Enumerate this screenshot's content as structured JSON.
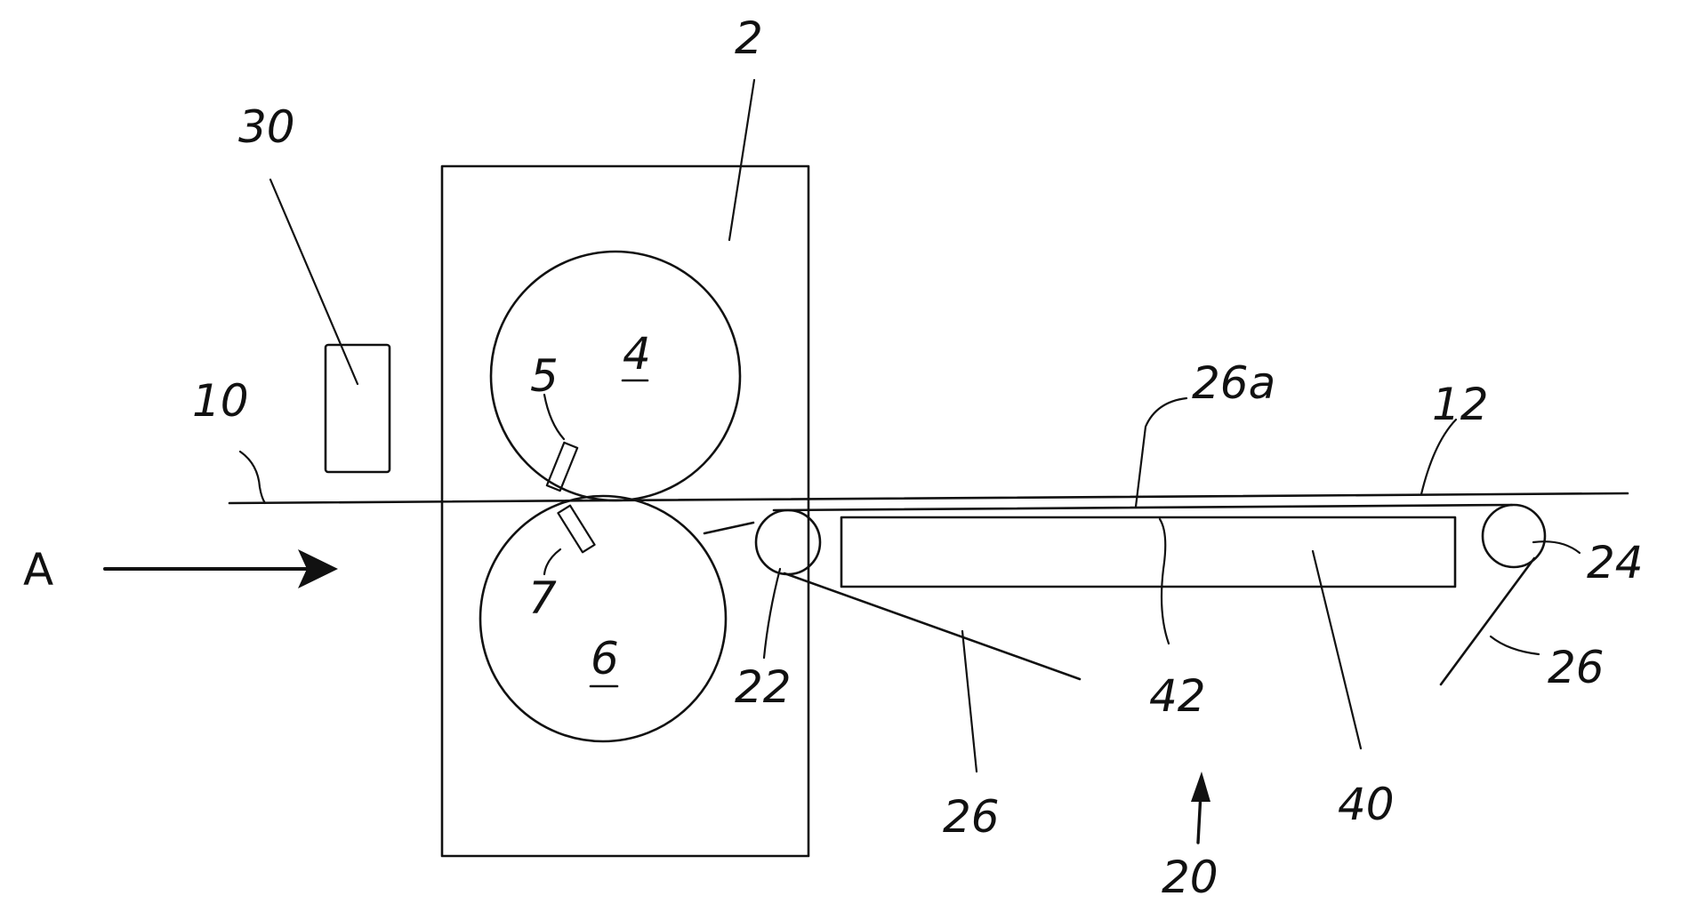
{
  "figure": {
    "labels": {
      "device": "2",
      "upper_roll": "4",
      "upper_knife": "5",
      "lower_roll": "6",
      "lower_knife": "7",
      "incoming_web": "10",
      "outgoing_web": "12",
      "conveyor": "20",
      "front_pulley": "22",
      "rear_pulley": "24",
      "belt_lower": "26",
      "belt_rear": "26",
      "belt_upper": "26a",
      "sensor": "30",
      "table": "40",
      "table_surface": "42",
      "direction": "A"
    }
  }
}
